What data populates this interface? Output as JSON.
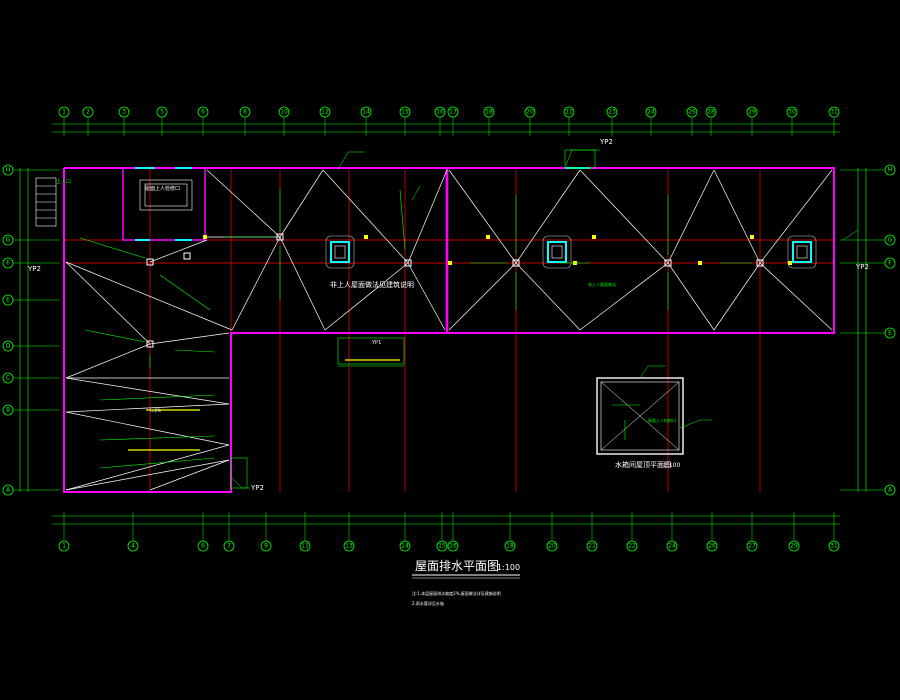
{
  "drawing": {
    "main_title": "屋面排水平面图",
    "main_title_scale": "1:100",
    "notes_line1": "注:1.本层屋面排水坡度2%,屋面做法详见建施说明",
    "notes_line2": "2.雨水管详见水施",
    "roof_label": "非上人屋面做法见建筑说明",
    "water_tank_title": "水箱间屋顶平面图",
    "water_tank_scale": "1:100",
    "stair_label": "上人口",
    "room_label": "屋面上人检修口",
    "pipe_tag": "YP2",
    "pipe_tag_mid": "YP1",
    "slope_tag": "i=2%",
    "slope_short": "2%",
    "room_right_label": "非上人屋面做法",
    "wt_note": "屋面上人检修口"
  },
  "axes": {
    "top": [
      "1",
      "2",
      "3",
      "5",
      "6",
      "8",
      "10",
      "12",
      "14",
      "15",
      "16",
      "17",
      "18",
      "20",
      "21",
      "23",
      "24",
      "26",
      "28",
      "29",
      "30",
      "31"
    ],
    "bottom": [
      "1",
      "4",
      "6",
      "7",
      "9",
      "11",
      "13",
      "14",
      "15",
      "16",
      "18",
      "20",
      "21",
      "22",
      "24",
      "26",
      "27",
      "29",
      "31"
    ],
    "left": [
      "H",
      "G",
      "F",
      "E",
      "D",
      "C",
      "B",
      "A"
    ],
    "right": [
      "H",
      "G",
      "F",
      "E",
      "A"
    ]
  },
  "colors": {
    "background": "#000000",
    "axis": "#00ff00",
    "wall": "#ff00ff",
    "grid": "#ff0000",
    "line": "#ffffff",
    "note": "#00ff00",
    "hatch": "#00ffff",
    "accent": "#ffff00"
  }
}
